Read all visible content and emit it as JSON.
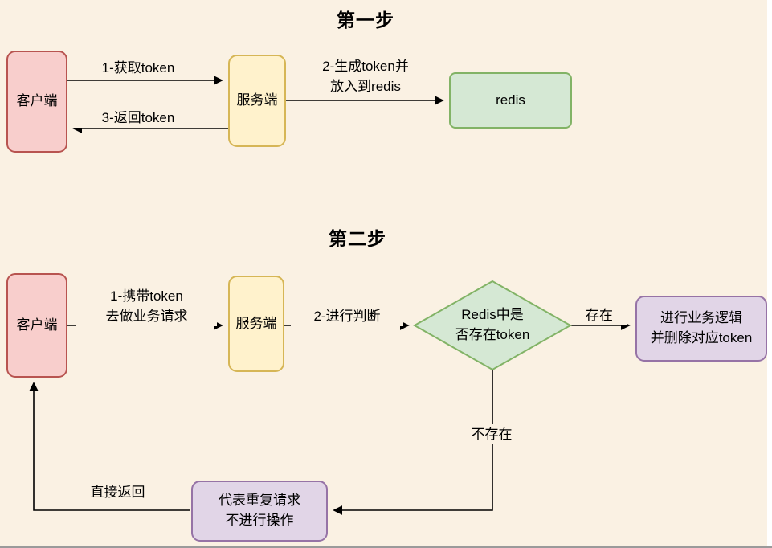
{
  "palette": {
    "background": "#FAF1E3",
    "pink_fill": "#F8CECC",
    "pink_stroke": "#B85450",
    "yellow_fill": "#FFF2CC",
    "yellow_stroke": "#D6B656",
    "green_fill": "#D5E8D4",
    "green_stroke": "#82B366",
    "purple_fill": "#E1D5E7",
    "purple_stroke": "#9673A6",
    "arrow_color": "#000000"
  },
  "step1": {
    "title": "第一步",
    "client": "客户端",
    "server": "服务端",
    "redis": "redis",
    "edge_get_token": "1-获取token",
    "edge_return_token": "3-返回token",
    "edge_gen_token_line1": "2-生成token并",
    "edge_gen_token_line2": "放入到redis"
  },
  "step2": {
    "title": "第二步",
    "client": "客户端",
    "server": "服务端",
    "decision_line1": "Redis中是",
    "decision_line2": "否存在token",
    "edge_carry_line1": "1-携带token",
    "edge_carry_line2": "去做业务请求",
    "edge_judge": "2-进行判断",
    "edge_exists": "存在",
    "edge_not_exists": "不存在",
    "edge_return_direct": "直接返回",
    "business_line1": "进行业务逻辑",
    "business_line2": "并删除对应token",
    "duplicate_line1": "代表重复请求",
    "duplicate_line2": "不进行操作"
  }
}
